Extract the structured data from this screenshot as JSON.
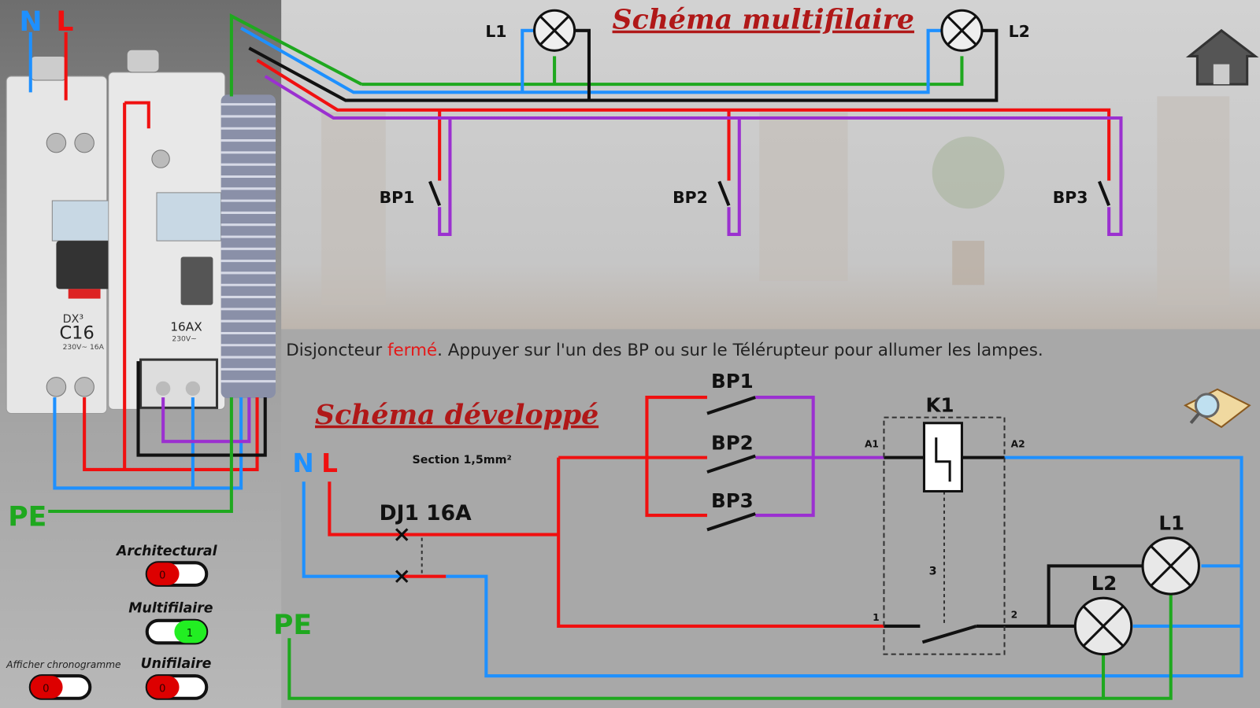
{
  "top": {
    "title": "Schéma multifilaire",
    "lamps": [
      "L1",
      "L2"
    ],
    "buttons": [
      "BP1",
      "BP2",
      "BP3"
    ]
  },
  "left": {
    "n_label": "N",
    "l_label": "L",
    "pe_label": "PE",
    "breaker1": {
      "brand": "DX³",
      "rating": "C16",
      "sub": "230V~ 16A"
    },
    "breaker2": {
      "rating": "16AX",
      "sub": "230V~"
    }
  },
  "status": {
    "part1": "Disjoncteur ",
    "state": "fermé",
    "part2": ". Appuyer sur l'un des BP ou sur le Télérupteur pour allumer les lampes."
  },
  "bottom": {
    "title": "Schéma développé",
    "section": "Section 1,5mm²",
    "n_label": "N",
    "l_label": "L",
    "pe_label": "PE",
    "breaker": "DJ1 16A",
    "buttons": [
      "BP1",
      "BP2",
      "BP3"
    ],
    "relay": "K1",
    "a1": "A1",
    "a2": "A2",
    "c1": "1",
    "c2": "2",
    "c3": "3",
    "lamps": [
      "L1",
      "L2"
    ]
  },
  "toggles": [
    {
      "label": "Architectural",
      "value": "0",
      "state": "off"
    },
    {
      "label": "Multifilaire",
      "value": "1",
      "state": "on"
    },
    {
      "label": "Unifilaire",
      "value": "0",
      "state": "off"
    },
    {
      "label": "Afficher chronogramme",
      "value": "0",
      "state": "off"
    }
  ],
  "icons": {
    "home": "home-icon",
    "help": "book-magnifier-icon"
  }
}
